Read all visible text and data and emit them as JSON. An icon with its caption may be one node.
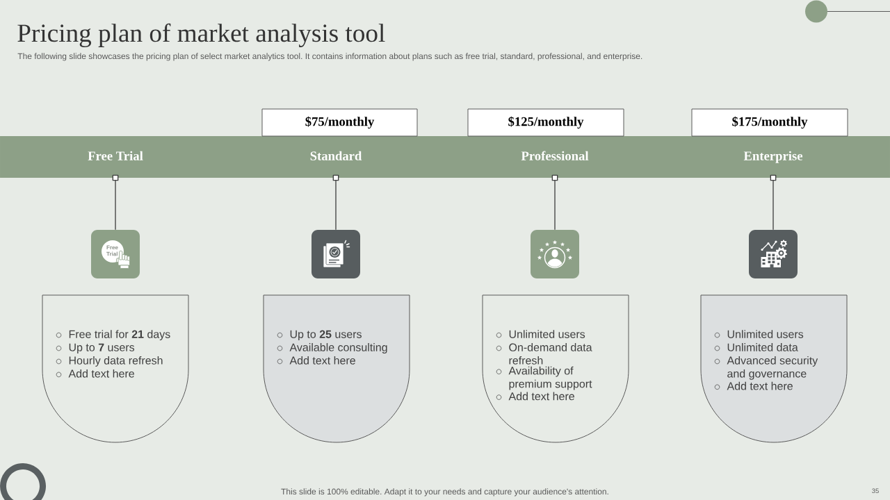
{
  "diagram": {
    "title": "Pricing plan of market analysis tool",
    "nodes": [
      {
        "text": [
          "$75/monthly"
        ]
      },
      {
        "text": [
          "$125/monthly"
        ]
      },
      {
        "text": [
          "$175/monthly"
        ]
      },
      {
        "text": [],
        "shape": "bar"
      },
      {
        "text": [
          "Free Trial"
        ],
        "in": 3
      },
      {
        "text": [
          "Standard"
        ],
        "in": 3
      },
      {
        "text": [
          "Professional"
        ],
        "in": 3
      },
      {
        "text": [
          "Enterprise"
        ],
        "in": 3
      },
      {
        "text": [],
        "shape": "picture"
      },
      {
        "text": [],
        "shape": "picture"
      },
      {
        "text": [],
        "shape": "picture"
      },
      {
        "text": [],
        "shape": "picture"
      },
      {
        "text": [
          "Free trial for **21** days",
          "Up to **7** users",
          "Hourly data refresh",
          "Add text here"
        ]
      },
      {
        "text": [
          "Up to **25** users",
          "Available consulting",
          "Add text here"
        ]
      },
      {
        "text": [
          "Unlimited users",
          "On-demand data refresh",
          "Availability of premium support",
          "Add text here"
        ]
      },
      {
        "text": [
          "Unlimited users",
          "Unlimited data",
          "Advanced security and governance",
          "Add text here"
        ]
      }
    ],
    "edges": [
      {
        "from": 4,
        "to": 8,
        "arrow": "other"
      },
      {
        "from": 5,
        "to": 9,
        "arrow": "other"
      },
      {
        "from": 6,
        "to": 10,
        "arrow": "other"
      },
      {
        "from": 7,
        "to": 11,
        "arrow": "other"
      }
    ],
    "labels": [
      "The following slide showcases the pricing plan of select market analytics tool. It contains information about plans such as free trial, standard, professional, and enterprise.",
      "Free Trial",
      "This slide is 100% editable. Adapt it to your needs and capture your audience's attention.",
      "35"
    ]
  }
}
